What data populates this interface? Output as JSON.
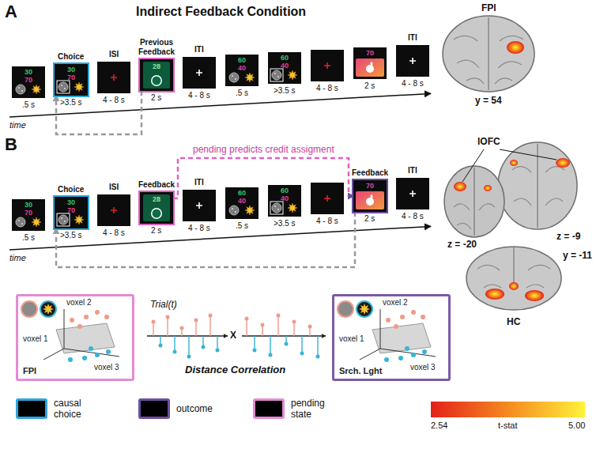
{
  "diagram": {
    "nodes": [
      {
        "text": [
          "30",
          "70"
        ]
      },
      {
        "text": [
          "30",
          "70"
        ]
      },
      {
        "text": [
          "28"
        ]
      },
      {
        "text": [
          "60",
          "40"
        ]
      },
      {
        "text": [
          "60",
          "40"
        ]
      },
      {
        "text": [
          "70"
        ]
      },
      {
        "text": [
          "30",
          "70"
        ]
      },
      {
        "text": [
          "30",
          "70"
        ]
      },
      {
        "text": [
          "28"
        ]
      },
      {
        "text": [
          "60",
          "40"
        ]
      },
      {
        "text": [
          "60",
          "40"
        ]
      },
      {
        "text": [
          "70"
        ]
      },
      {
        "text": [
          "voxel 2",
          "voxel 1",
          "voxel 3",
          "FPl"
        ]
      },
      {
        "text": [
          "voxel 2",
          "voxel 1",
          "voxel 3",
          "Srch. Lght"
        ]
      }
    ],
    "edges": [
      {
        "from": 2,
        "to": 1,
        "arrow": "to"
      },
      {
        "from": 8,
        "to": 11,
        "label": "pending predicts credit assigment",
        "arrow": "to"
      },
      {
        "from": 11,
        "to": 7,
        "arrow": "to"
      }
    ],
    "labels": [
      "A",
      "Indirect Feedback Condition",
      "Choice",
      "ISI",
      "Previous Feedback",
      "ITI",
      "ITI",
      "time",
      ".5 s",
      ">3.5 s",
      "4 - 8 s",
      "2 s",
      "4 - 8 s",
      ".5 s",
      ">3.5 s",
      "4 - 8 s",
      "2 s",
      "4 - 8 s",
      "FPl",
      "y = 54",
      "B",
      "Choice",
      "ISI",
      "Feedback",
      "ITI",
      "Feedback",
      "ITI",
      "time",
      ".5 s",
      ">3.5 s",
      "4 - 8 s",
      "2 s",
      "4 - 8 s",
      ".5 s",
      ">3.5 s",
      "4 - 8 s",
      "2 s",
      "4 - 8 s",
      "lOFC",
      "z = -9",
      "z = -20",
      "y = -11",
      "HC",
      "Trial(t)",
      "X",
      "Distance Correlation",
      "2.54",
      "t-stat",
      "5.00"
    ],
    "legend": [
      {
        "text": "causal choice",
        "color": "#2ba6de"
      },
      {
        "text": "outcome",
        "color": "#6b4fa0"
      },
      {
        "text": "pending state",
        "color": "#e58ad3"
      }
    ]
  }
}
